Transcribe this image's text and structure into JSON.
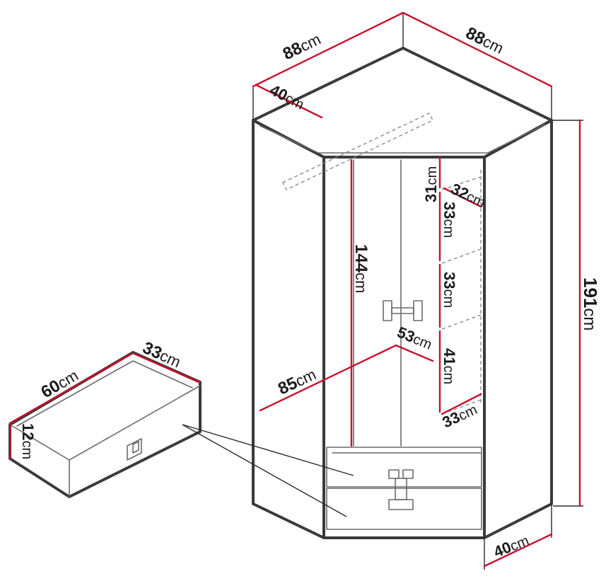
{
  "labels": {
    "top_left_width": "88",
    "top_right_width": "88",
    "top_depth": "40",
    "upper_shelf_h": "31",
    "shelf_depth_top": "32",
    "shelf_gap_1": "33",
    "shelf_gap_2": "33",
    "shelf_gap_3": "41",
    "shelf_depth_bottom": "33",
    "hanging_height": "144",
    "inner_depth": "53",
    "inner_diagonal": "85",
    "total_height": "191",
    "bottom_depth": "40",
    "drawer_width": "60",
    "drawer_depth": "33",
    "drawer_height": "12",
    "unit": "cm"
  },
  "colors": {
    "dimension_line": "#c8102e",
    "outline": "#3a3a3a",
    "text": "#1a1a1a"
  }
}
